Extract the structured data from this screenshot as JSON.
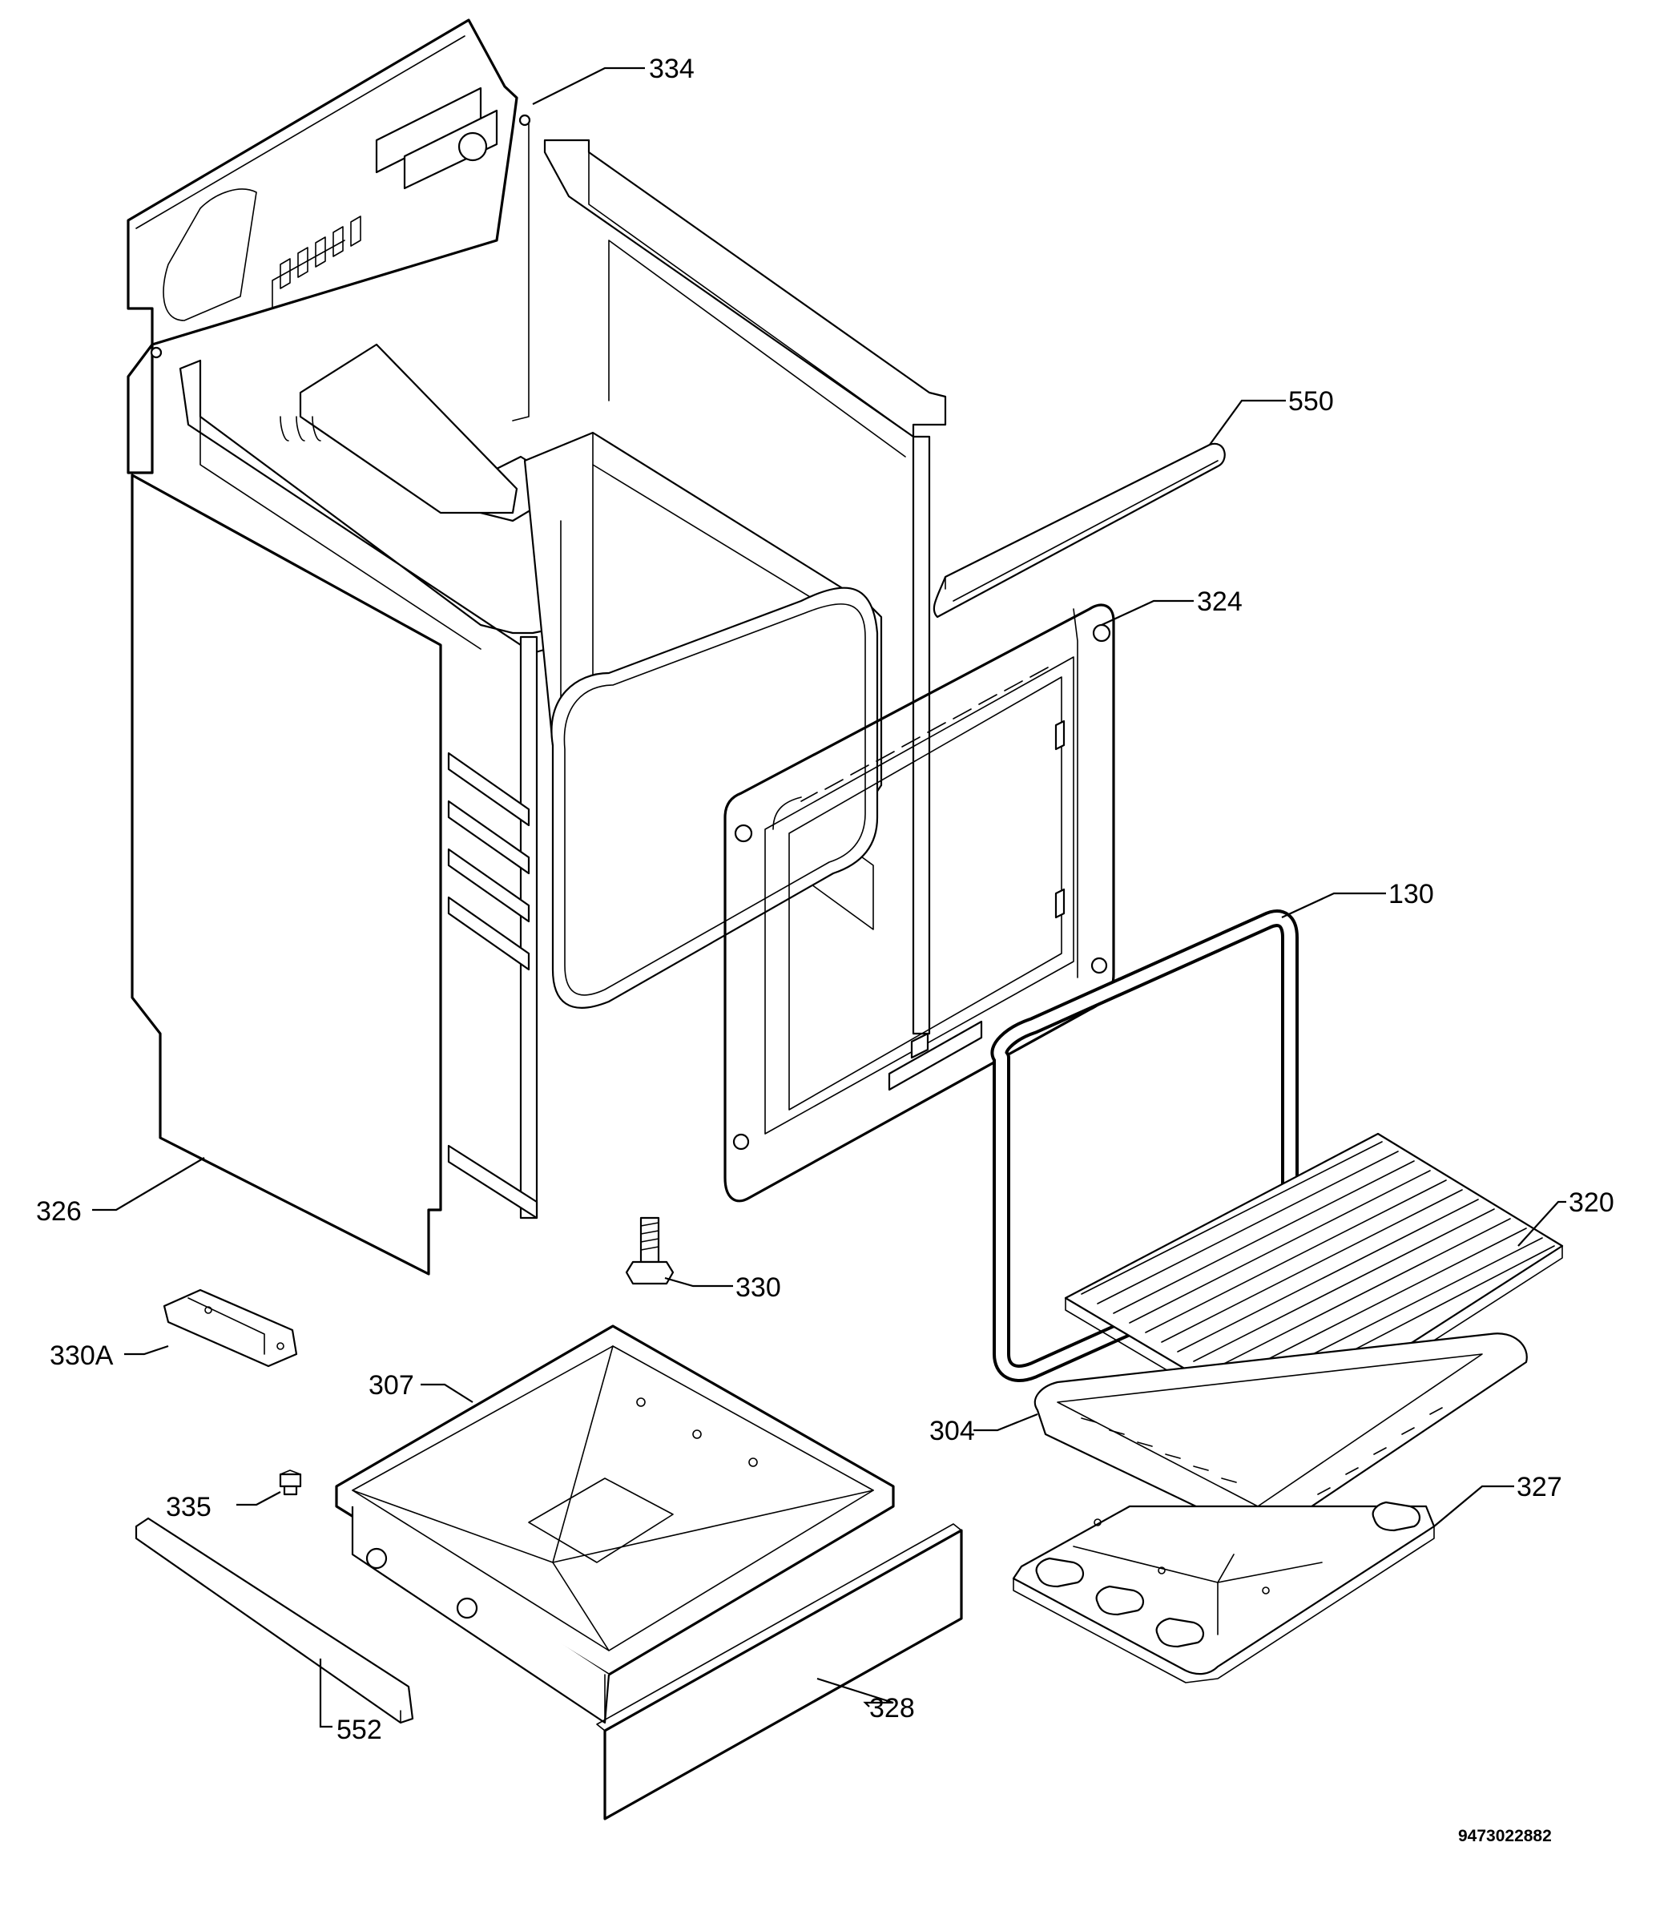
{
  "labels": {
    "l334": "334",
    "l550": "550",
    "l324": "324",
    "l130": "130",
    "l320": "320",
    "l326": "326",
    "l330": "330",
    "l330A": "330A",
    "l307": "307",
    "l304": "304",
    "l327": "327",
    "l335": "335",
    "l328": "328",
    "l552": "552"
  },
  "document_number": "9473022882",
  "colors": {
    "line": "#000000",
    "background": "#ffffff"
  }
}
